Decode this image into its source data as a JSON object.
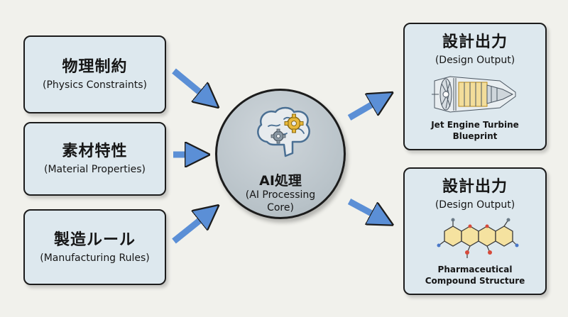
{
  "inputs": [
    {
      "jp": "物理制約",
      "en": "(Physics Constraints)"
    },
    {
      "jp": "素材特性",
      "en": "(Material Properties)"
    },
    {
      "jp": "製造ルール",
      "en": "(Manufacturing Rules)"
    }
  ],
  "core": {
    "title": "AI処理",
    "subtitle_line1": "(AI Processing",
    "subtitle_line2": "Core)",
    "icon": "brain-gears-icon"
  },
  "outputs": [
    {
      "jp": "設計出力",
      "en": "(Design Output)",
      "desc_line1": "Jet Engine Turbine",
      "desc_line2": "Blueprint",
      "icon": "jet-engine-icon"
    },
    {
      "jp": "設計出力",
      "en": "(Design Output)",
      "desc_line1": "Pharmaceutical",
      "desc_line2": "Compound Structure",
      "icon": "molecule-icon"
    }
  ],
  "colors": {
    "arrow": "#5b8fd6",
    "box": "#dde8ee",
    "core": "#b8c2c8",
    "gear": "#e9b93b",
    "brain_outline": "#4a6f93"
  }
}
